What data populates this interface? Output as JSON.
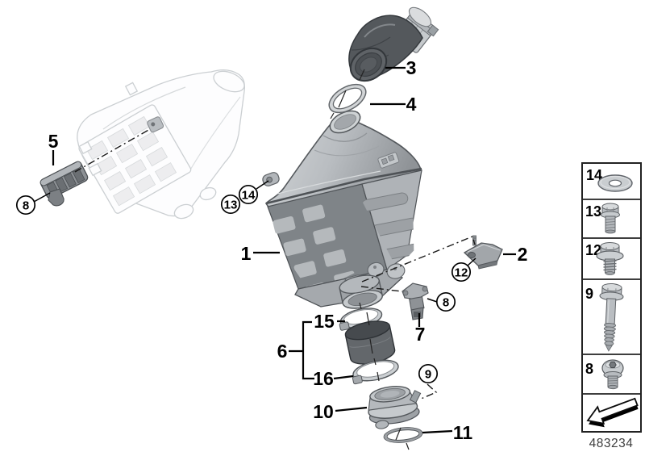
{
  "callouts": {
    "c1": "1",
    "c2": "2",
    "c3": "3",
    "c4": "4",
    "c5": "5",
    "c6": "6",
    "c7": "7",
    "c8a": "8",
    "c8b": "8",
    "c9": "9",
    "c10": "10",
    "c11": "11",
    "c12": "12",
    "c13": "13",
    "c14": "14",
    "c15": "15",
    "c16": "16"
  },
  "legend": {
    "rows": [
      {
        "number": "14",
        "icon": "washer-icon"
      },
      {
        "number": "13",
        "icon": "hex-bolt-icon"
      },
      {
        "number": "12",
        "icon": "flanged-bolt-icon"
      },
      {
        "number": "9",
        "icon": "long-screw-icon"
      },
      {
        "number": "8",
        "icon": "socket-head-bolt-icon"
      },
      {
        "number": "",
        "icon": "page-arrow-icon"
      }
    ]
  },
  "footer": {
    "doc_number": "483234"
  },
  "colors": {
    "outline": "#000000",
    "part_light": "#c9cdd0",
    "part_mid": "#aeb2b6",
    "part_dark": "#55595d",
    "ghost_line": "#cbcfd2"
  }
}
